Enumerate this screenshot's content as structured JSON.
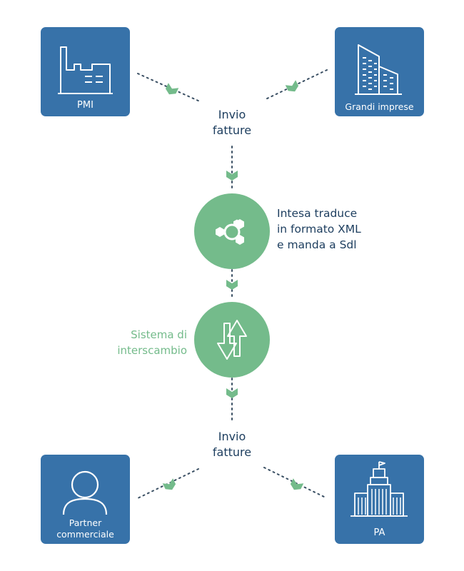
{
  "nodes": {
    "pmi": {
      "label": "PMI",
      "icon": "factory-icon"
    },
    "grandi_imprese": {
      "label": "Grandi imprese",
      "icon": "office-building-icon"
    },
    "partner": {
      "label_line1": "Partner",
      "label_line2": "commerciale",
      "icon": "person-icon"
    },
    "pa": {
      "label": "PA",
      "icon": "government-building-icon"
    }
  },
  "steps": {
    "invio_top": {
      "line1": "Invio",
      "line2": "fatture"
    },
    "intesa": {
      "line1": "Intesa traduce",
      "line2": "in formato XML",
      "line3": "e manda a Sdl",
      "icon": "hexagon-network-icon"
    },
    "sistema": {
      "line1": "Sistema di",
      "line2": "interscambio",
      "icon": "exchange-arrows-icon"
    },
    "invio_bottom": {
      "line1": "Invio",
      "line2": "fatture"
    }
  },
  "colors": {
    "box_blue": "#3772a9",
    "green": "#74bb8b",
    "text_dark": "#1c3d5e",
    "dots": "#3a4f63"
  }
}
